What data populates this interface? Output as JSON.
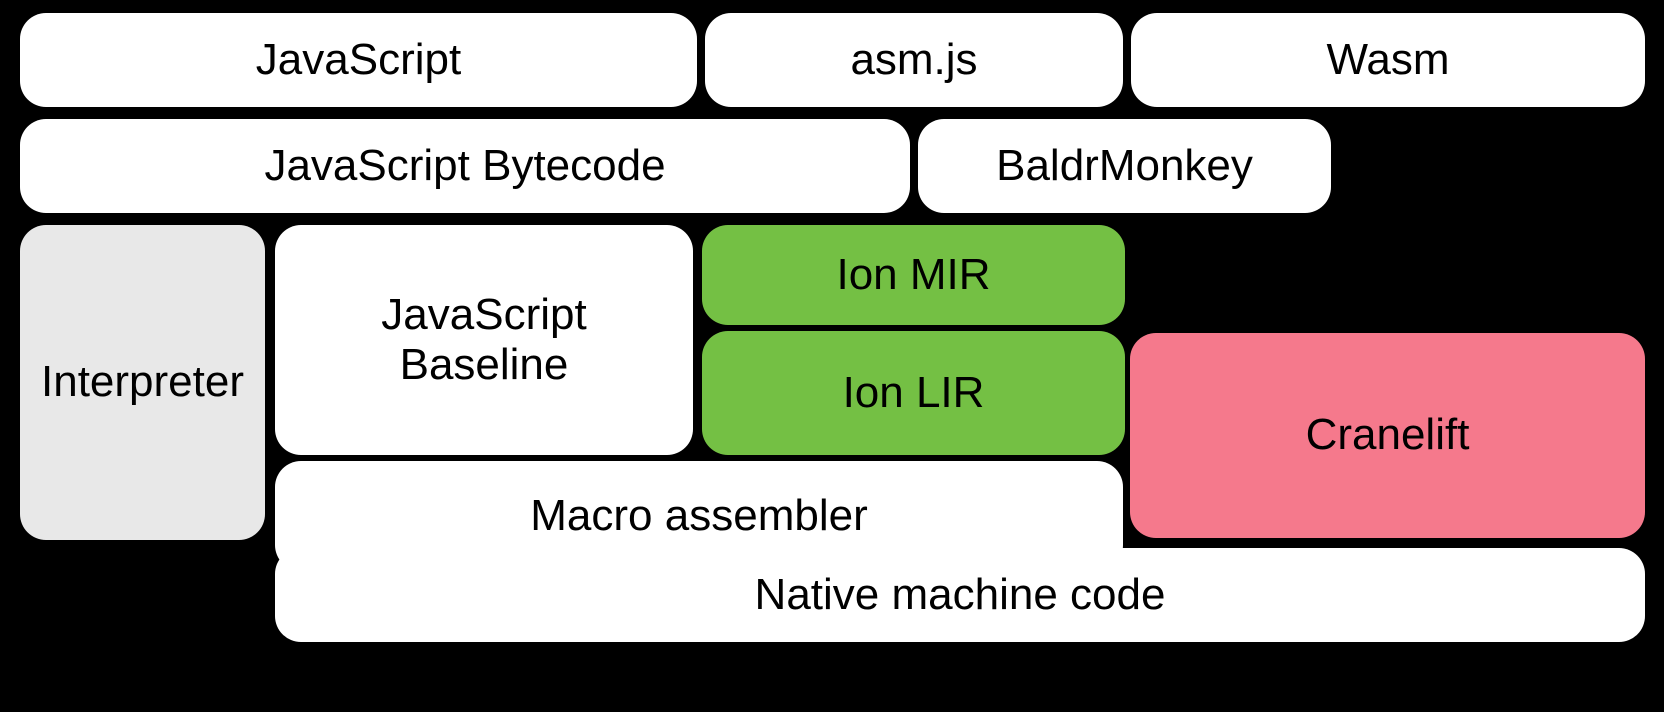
{
  "diagram": {
    "title": "SpiderMonkey compilation pipeline",
    "type": "layered-stack",
    "background_color": "#000000",
    "palette": {
      "white": "#ffffff",
      "grey": "#e8e8e8",
      "green": "#74c044",
      "pink": "#f5798c",
      "text": "#000000"
    },
    "rows": [
      {
        "name": "source-formats",
        "nodes": [
          {
            "id": "javascript",
            "label": "JavaScript",
            "color": "white"
          },
          {
            "id": "asm-js",
            "label": "asm.js",
            "color": "white"
          },
          {
            "id": "wasm",
            "label": "Wasm",
            "color": "white"
          }
        ]
      },
      {
        "name": "intermediate-representations",
        "nodes": [
          {
            "id": "javascript-bytecode",
            "label": "JavaScript Bytecode",
            "color": "white"
          },
          {
            "id": "baldrmonkey",
            "label": "BaldrMonkey",
            "color": "white"
          }
        ]
      },
      {
        "name": "execution-tiers",
        "nodes": [
          {
            "id": "interpreter",
            "label": "Interpreter",
            "color": "grey"
          },
          {
            "id": "javascript-baseline",
            "label": "JavaScript\nBaseline",
            "color": "white"
          },
          {
            "id": "ion-mir",
            "label": "Ion MIR",
            "color": "green"
          },
          {
            "id": "ion-lir",
            "label": "Ion LIR",
            "color": "green"
          },
          {
            "id": "cranelift",
            "label": "Cranelift",
            "color": "pink"
          }
        ]
      },
      {
        "name": "code-emission",
        "nodes": [
          {
            "id": "macro-assembler",
            "label": "Macro assembler",
            "color": "white"
          }
        ]
      },
      {
        "name": "output",
        "nodes": [
          {
            "id": "native-machine-code",
            "label": "Native machine code",
            "color": "white"
          }
        ]
      }
    ]
  },
  "nodes": {
    "javascript": {
      "label": "JavaScript"
    },
    "asm_js": {
      "label": "asm.js"
    },
    "wasm": {
      "label": "Wasm"
    },
    "javascript_bytecode": {
      "label": "JavaScript Bytecode"
    },
    "baldrmonkey": {
      "label": "BaldrMonkey"
    },
    "interpreter": {
      "label": "Interpreter"
    },
    "javascript_baseline": {
      "label": "JavaScript\nBaseline"
    },
    "ion_mir": {
      "label": "Ion MIR"
    },
    "ion_lir": {
      "label": "Ion LIR"
    },
    "cranelift": {
      "label": "Cranelift"
    },
    "macro_assembler": {
      "label": "Macro assembler"
    },
    "native_machine_code": {
      "label": "Native machine code"
    }
  }
}
